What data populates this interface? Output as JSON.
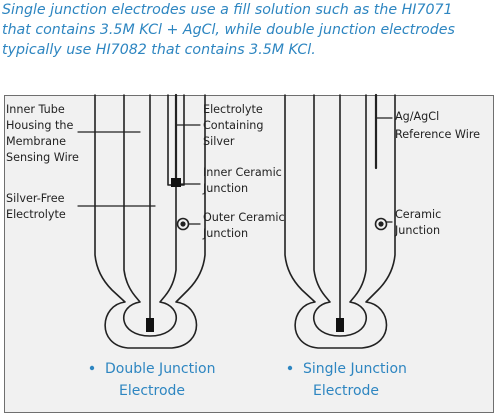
{
  "intro": {
    "lines": [
      "Single junction electrodes use a fill solution such as the HI7071",
      "that contains 3.5M KCl + AgCl, while double junction electrodes",
      "typically use HI7082 that contains 3.5M KCl."
    ]
  },
  "double_junction": {
    "labels": {
      "inner_tube": [
        "Inner Tube",
        "Housing the",
        "Membrane",
        "Sensing Wire"
      ],
      "silver_free": [
        "Silver-Free",
        "Electrolyte"
      ],
      "electrolyte_silver": [
        "Electrolyte",
        "Containing",
        "Silver"
      ],
      "inner_ceramic": [
        "Inner Ceramic",
        "Junction"
      ],
      "outer_ceramic": [
        "Outer Ceramic",
        "Junction"
      ]
    },
    "caption": [
      "Double Junction",
      "Electrode"
    ]
  },
  "single_junction": {
    "labels": {
      "ag_agcl": [
        "Ag/AgCl",
        "Reference Wire"
      ],
      "ceramic": [
        "Ceramic",
        "Junction"
      ]
    },
    "caption": [
      "Single Junction",
      "Electrode"
    ]
  },
  "colors": {
    "intro_text": "#2e86c1",
    "caption_text": "#2e86c1",
    "panel_background": "#f1f1f1",
    "line": "#222222"
  }
}
